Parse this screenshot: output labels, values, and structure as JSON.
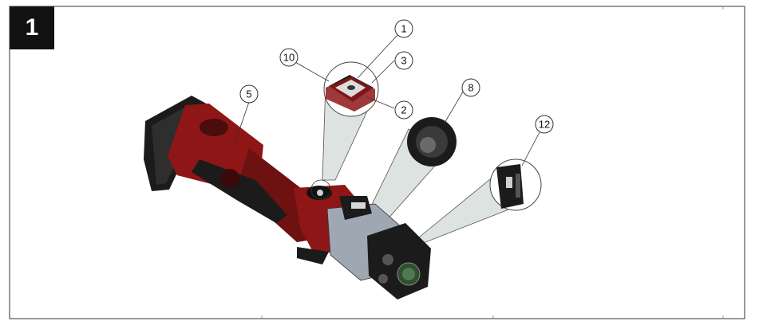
{
  "figure": {
    "number": "1",
    "callouts": [
      "1",
      "10",
      "3",
      "2",
      "5",
      "8",
      "12"
    ]
  },
  "colors": {
    "tool_red": "#8e1616",
    "tool_red_dark": "#4a0c0c",
    "tool_black": "#1b1b1b",
    "cone_fill": "#dde3e0",
    "frame_line": "#333333"
  }
}
